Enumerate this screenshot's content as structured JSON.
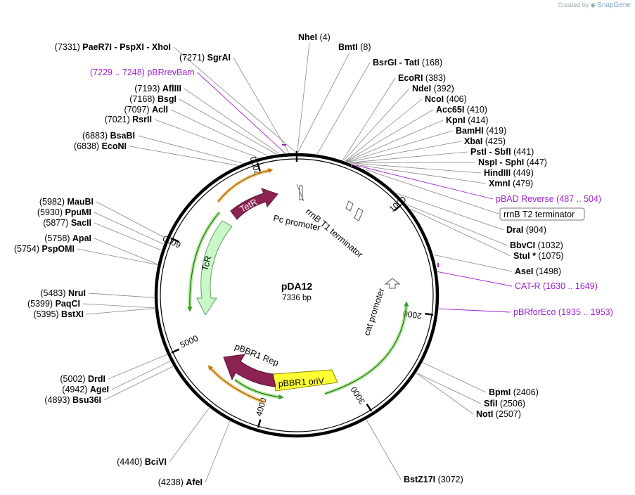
{
  "credit": {
    "prefix": "Created by",
    "brand": "SnapGene"
  },
  "plasmid": {
    "name": "pDA12",
    "size": "7336 bp",
    "length": 7336
  },
  "colors": {
    "primer": "#a020d0",
    "tetr": "#8b2252",
    "tcr": "#c8f7c8",
    "rep": "#8b2252",
    "oriv": "#ffff33",
    "orange": "#f5a623",
    "green": "#55cc33"
  },
  "ticks": [
    "1000",
    "2000",
    "3000",
    "4000",
    "5000",
    "6000",
    "7000"
  ],
  "sites": [
    {
      "name": "NheI",
      "pos": "(4)"
    },
    {
      "name": "BmtI",
      "pos": "(8)"
    },
    {
      "name": "BsrGI  -  TatI",
      "pos": "(168)"
    },
    {
      "name": "EcoRI",
      "pos": "(383)"
    },
    {
      "name": "NdeI",
      "pos": "(392)"
    },
    {
      "name": "NcoI",
      "pos": "(406)"
    },
    {
      "name": "Acc65I",
      "pos": "(410)"
    },
    {
      "name": "KpnI",
      "pos": "(414)"
    },
    {
      "name": "BamHI",
      "pos": "(419)"
    },
    {
      "name": "XbaI",
      "pos": "(425)"
    },
    {
      "name": "PstI  -  SbfI",
      "pos": "(441)"
    },
    {
      "name": "NspI  -  SphI",
      "pos": "(447)"
    },
    {
      "name": "HindIII",
      "pos": "(449)"
    },
    {
      "name": "XmnI",
      "pos": "(479)"
    },
    {
      "name": "DraI",
      "pos": "(904)"
    },
    {
      "name": "BbvCI",
      "pos": "(1032)"
    },
    {
      "name": "StuI *",
      "pos": "(1075)"
    },
    {
      "name": "AseI",
      "pos": "(1498)"
    },
    {
      "name": "BpmI",
      "pos": "(2406)"
    },
    {
      "name": "SfiI",
      "pos": "(2506)"
    },
    {
      "name": "NotI",
      "pos": "(2507)"
    },
    {
      "name": "BstZ17I",
      "pos": "(3072)"
    },
    {
      "name": "AfeI",
      "pos": "(4238)"
    },
    {
      "name": "BciVI",
      "pos": "(4440)"
    },
    {
      "name": "Bsu36I",
      "pos": "(4893)"
    },
    {
      "name": "AgeI",
      "pos": "(4942)"
    },
    {
      "name": "DrdI",
      "pos": "(5002)"
    },
    {
      "name": "BstXI",
      "pos": "(5395)"
    },
    {
      "name": "PaqCI",
      "pos": "(5399)"
    },
    {
      "name": "NruI",
      "pos": "(5483)"
    },
    {
      "name": "PspOMI",
      "pos": "(5754)"
    },
    {
      "name": "ApaI",
      "pos": "(5758)"
    },
    {
      "name": "SacII",
      "pos": "(5877)"
    },
    {
      "name": "PpuMI",
      "pos": "(5930)"
    },
    {
      "name": "MauBI",
      "pos": "(5982)"
    },
    {
      "name": "EcoNI",
      "pos": "(6838)"
    },
    {
      "name": "BsaBI",
      "pos": "(6883)"
    },
    {
      "name": "RsrII",
      "pos": "(7021)"
    },
    {
      "name": "AclI",
      "pos": "(7097)"
    },
    {
      "name": "BsgI",
      "pos": "(7168)"
    },
    {
      "name": "AflIII",
      "pos": "(7193)"
    },
    {
      "name": "SgrAI",
      "pos": "(7271)"
    },
    {
      "name": "PaeR7I  -  PspXI  -  XhoI",
      "pos": "(7331)"
    }
  ],
  "primers": [
    {
      "name": "pBAD Reverse",
      "range": "(487 .. 504)"
    },
    {
      "name": "CAT-R",
      "range": "(1630 .. 1649)"
    },
    {
      "name": "pBRforEco",
      "range": "(1935 .. 1953)"
    },
    {
      "name": "pBRrevBam",
      "range": "(7229 .. 7248)"
    }
  ],
  "terminator_box": "rrnB T2 terminator",
  "features": {
    "tetr": "TetR",
    "tcr": "TcR",
    "pc_promoter": "Pc promoter",
    "rrnb_t1": "rrnB T1 terminator",
    "cat_promoter": "cat promoter",
    "pbbr1_rep": "pBBR1 Rep",
    "pbbr1_oriv": "pBBR1 oriV"
  }
}
